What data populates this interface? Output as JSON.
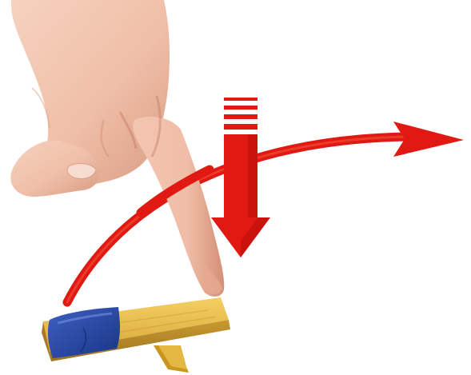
{
  "scene": {
    "subjects": [
      "hand-pressing-catapult",
      "downward-arrow",
      "launch-arc-arrow",
      "bean-bag",
      "wooden-board",
      "triangular-fulcrum"
    ],
    "colors": {
      "background": "#ffffff",
      "arrow_red": "#e01a12",
      "arrow_red_dark": "#b80f0a",
      "skin": "#f2c4ae",
      "skin_shadow": "#d9957c",
      "wood": "#e9bd45",
      "wood_dark": "#b98a25",
      "bag_blue": "#203f9a",
      "bag_blue_light": "#4061c0"
    }
  }
}
